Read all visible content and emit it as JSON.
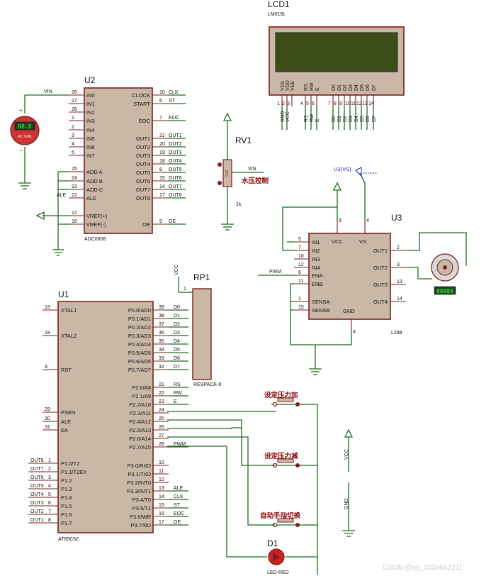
{
  "lcd": {
    "ref": "LCD1",
    "part": "LM016L",
    "pins": [
      "VSS",
      "VDD",
      "VEE",
      "RS",
      "RW",
      "E",
      "D0",
      "D1",
      "D2",
      "D3",
      "D4",
      "D5",
      "D6",
      "D7"
    ],
    "pin_nums": [
      "1",
      "2",
      "3",
      "4",
      "5",
      "6",
      "7",
      "8",
      "9",
      "10",
      "11",
      "12",
      "13",
      "14"
    ],
    "nets": [
      "GND",
      "VCC",
      "",
      "RS",
      "RW",
      "E",
      "D0",
      "D1",
      "D2",
      "D3",
      "D4",
      "D5",
      "D6",
      "D7"
    ]
  },
  "adc": {
    "ref": "U2",
    "part": "ADC0808",
    "left_pins": [
      {
        "name": "IN0",
        "num": "26"
      },
      {
        "name": "IN1",
        "num": "27"
      },
      {
        "name": "IN2",
        "num": "28"
      },
      {
        "name": "IN3",
        "num": "1"
      },
      {
        "name": "IN4",
        "num": "2"
      },
      {
        "name": "IN5",
        "num": "3"
      },
      {
        "name": "IN6",
        "num": "4"
      },
      {
        "name": "IN7",
        "num": "5"
      },
      {
        "name": "ADD A",
        "num": "25"
      },
      {
        "name": "ADD B",
        "num": "24"
      },
      {
        "name": "ADD C",
        "num": "23"
      },
      {
        "name": "ALE",
        "num": "22"
      },
      {
        "name": "VREF(+)",
        "num": "12"
      },
      {
        "name": "VREF(-)",
        "num": "16"
      }
    ],
    "right_pins": [
      {
        "name": "CLOCK",
        "num": "10",
        "net": "CLK"
      },
      {
        "name": "START",
        "num": "6",
        "net": "ST"
      },
      {
        "name": "EOC",
        "num": "7",
        "net": "EOC"
      },
      {
        "name": "OUT1",
        "num": "21",
        "net": "OUT1"
      },
      {
        "name": "OUT2",
        "num": "20",
        "net": "OUT2"
      },
      {
        "name": "OUT3",
        "num": "19",
        "net": "OUT3"
      },
      {
        "name": "OUT4",
        "num": "18",
        "net": "OUT4"
      },
      {
        "name": "OUT5",
        "num": "8",
        "net": "OUT5"
      },
      {
        "name": "OUT6",
        "num": "15",
        "net": "OUT6"
      },
      {
        "name": "OUT7",
        "num": "14",
        "net": "OUT7"
      },
      {
        "name": "OUT8",
        "num": "17",
        "net": "OUT8"
      },
      {
        "name": "OE",
        "num": "9",
        "net": "OE"
      }
    ],
    "vin_label": "VIN",
    "ale_label": "ALE"
  },
  "voltmeter": {
    "reading": "88.8",
    "unit": "AC Volts",
    "plus": "+",
    "minus": "−"
  },
  "pot": {
    "ref": "RV1",
    "value": "1k",
    "body_text": "30%",
    "net": "VIN",
    "label": "水压控制"
  },
  "mcu": {
    "ref": "U1",
    "part": "AT89C52",
    "left_top": [
      {
        "name": "XTAL1",
        "num": "19"
      },
      {
        "name": "XTAL2",
        "num": "18"
      },
      {
        "name": "RST",
        "num": "9"
      }
    ],
    "left_mid": [
      {
        "name": "PSEN",
        "num": "29"
      },
      {
        "name": "ALE",
        "num": "30"
      },
      {
        "name": "EA",
        "num": "31"
      }
    ],
    "left_p1": [
      {
        "name": "P1.0/T2",
        "num": "1",
        "net": "OUT8"
      },
      {
        "name": "P1.1/T2EX",
        "num": "2",
        "net": "OUT7"
      },
      {
        "name": "P1.2",
        "num": "3",
        "net": "OUT6"
      },
      {
        "name": "P1.3",
        "num": "4",
        "net": "OUT5"
      },
      {
        "name": "P1.4",
        "num": "5",
        "net": "OUT4"
      },
      {
        "name": "P1.5",
        "num": "6",
        "net": "OUT3"
      },
      {
        "name": "P1.6",
        "num": "7",
        "net": "OUT2"
      },
      {
        "name": "P1.7",
        "num": "8",
        "net": "OUT1"
      }
    ],
    "right_p0": [
      {
        "name": "P0.0/AD0",
        "num": "39",
        "net": "D0"
      },
      {
        "name": "P0.1/AD1",
        "num": "38",
        "net": "D1"
      },
      {
        "name": "P0.2/AD2",
        "num": "37",
        "net": "D2"
      },
      {
        "name": "P0.3/AD3",
        "num": "36",
        "net": "D3"
      },
      {
        "name": "P0.4/AD4",
        "num": "35",
        "net": "D4"
      },
      {
        "name": "P0.5/AD5",
        "num": "34",
        "net": "D5"
      },
      {
        "name": "P0.6/AD6",
        "num": "33",
        "net": "D6"
      },
      {
        "name": "P0.7/AD7",
        "num": "32",
        "net": "D7"
      }
    ],
    "right_p2": [
      {
        "name": "P2.0/A8",
        "num": "21",
        "net": "RS"
      },
      {
        "name": "P2.1/A9",
        "num": "22",
        "net": "RW"
      },
      {
        "name": "P2.2/A10",
        "num": "23",
        "net": "E"
      },
      {
        "name": "P2.3/A11",
        "num": "24",
        "net": ""
      },
      {
        "name": "P2.4/A12",
        "num": "25",
        "net": ""
      },
      {
        "name": "P2.5/A13",
        "num": "26",
        "net": ""
      },
      {
        "name": "P2.6/A14",
        "num": "27",
        "net": ""
      },
      {
        "name": "P2.7/A15",
        "num": "28",
        "net": "PWM"
      }
    ],
    "right_p3": [
      {
        "name": "P3.0/RXD",
        "num": "10",
        "net": ""
      },
      {
        "name": "P3.1/TXD",
        "num": "11",
        "net": ""
      },
      {
        "name": "P3.2/INT0",
        "num": "12",
        "net": ""
      },
      {
        "name": "P3.3/INT1",
        "num": "13",
        "net": "ALE"
      },
      {
        "name": "P3.4/T0",
        "num": "14",
        "net": "CLK"
      },
      {
        "name": "P3.5/T1",
        "num": "15",
        "net": "ST"
      },
      {
        "name": "P3.6/WR",
        "num": "16",
        "net": "EOC"
      },
      {
        "name": "P3.7/RD",
        "num": "17",
        "net": "OE"
      }
    ]
  },
  "rp": {
    "ref": "RP1",
    "part": "RESPACK-8",
    "vcc": "VCC",
    "pin": "1"
  },
  "l298": {
    "ref": "U3",
    "part": "L298",
    "left_pins": [
      {
        "name": "IN1",
        "num": "5"
      },
      {
        "name": "IN2",
        "num": "7"
      },
      {
        "name": "IN3",
        "num": "10"
      },
      {
        "name": "IN4",
        "num": "12"
      },
      {
        "name": "ENA",
        "num": "6"
      },
      {
        "name": "ENB",
        "num": "11"
      },
      {
        "name": "SENSA",
        "num": "1"
      },
      {
        "name": "SENSB",
        "num": "15"
      }
    ],
    "right_pins": [
      {
        "name": "OUT1",
        "num": "2"
      },
      {
        "name": "OUT2",
        "num": "3"
      },
      {
        "name": "OUT3",
        "num": "13"
      },
      {
        "name": "OUT4",
        "num": "14"
      }
    ],
    "top_pins": [
      {
        "name": "VCC",
        "num": "9"
      },
      {
        "name": "VS",
        "num": "4"
      }
    ],
    "bottom_pin": {
      "name": "GND",
      "num": "8"
    },
    "pwm_label": "PWM",
    "probe_label": "U3(VS)"
  },
  "motor": {
    "display": "88888"
  },
  "buttons": [
    {
      "label": "设定压力加"
    },
    {
      "label": "设定压力减"
    },
    {
      "label": "自动手动切换"
    }
  ],
  "led": {
    "ref": "D1",
    "part": "LED-RED"
  },
  "power": {
    "vcc": "VCC",
    "gnd": "GND"
  },
  "watermark": "CSDN @qq_1039692211",
  "colors": {
    "chip_fill": "#c9b8a6",
    "chip_border": "#7a1f1f",
    "wire": "#1e6b1e",
    "lcd_screen": "#3d4d1a",
    "label_red": "#8b0000"
  }
}
